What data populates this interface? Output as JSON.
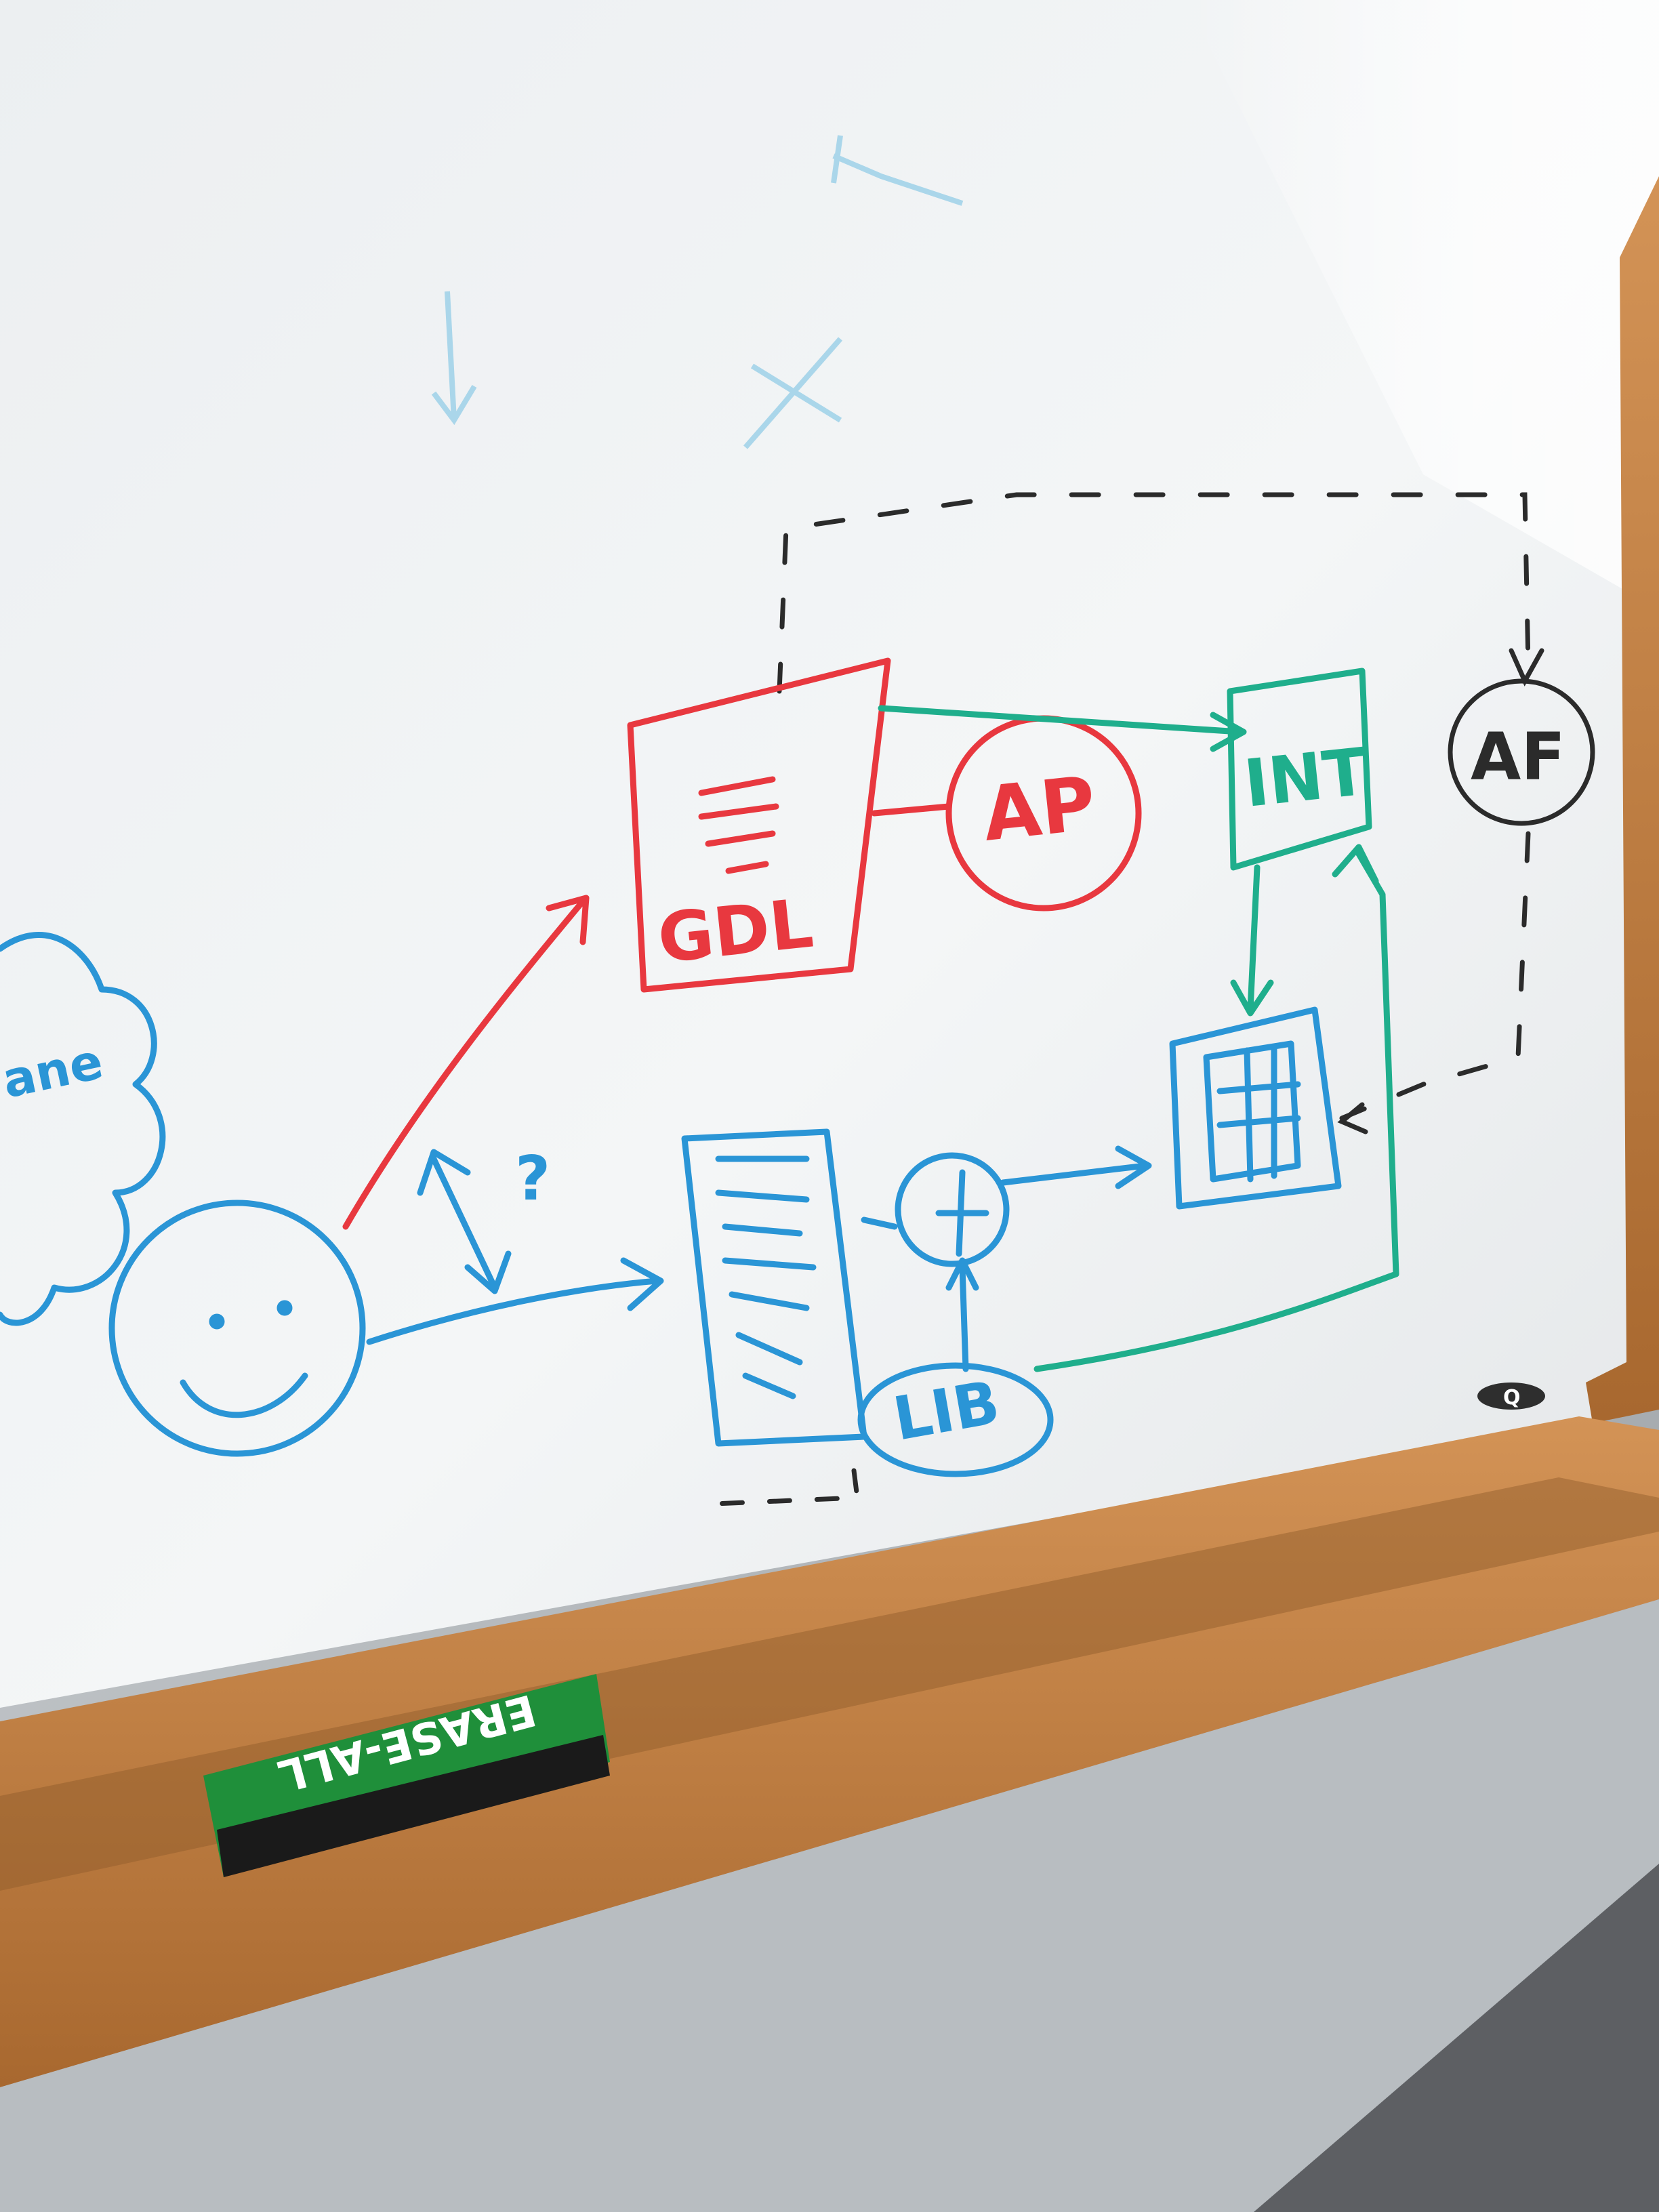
{
  "photo": {
    "board_colors": {
      "board": "#f2f4f5",
      "frame": "#c98a4c",
      "wall": "#c4c8cb"
    },
    "marker_colors": {
      "red": "#e8383f",
      "green": "#1fae8c",
      "blue": "#2a95d6",
      "black": "#2b2b2b",
      "light_blue": "#7cc3e3"
    }
  },
  "diagram": {
    "cloud_label": "ane",
    "question_mark": "?",
    "gdl_label": "GDL",
    "ap_label": "AP",
    "int_label": "INT",
    "af_label": "AF",
    "lib_label": "LIB"
  },
  "eraser": {
    "brand": "ERASE-ALL",
    "color": "#1f8f3a"
  },
  "board_badge": {
    "label": "Q"
  }
}
